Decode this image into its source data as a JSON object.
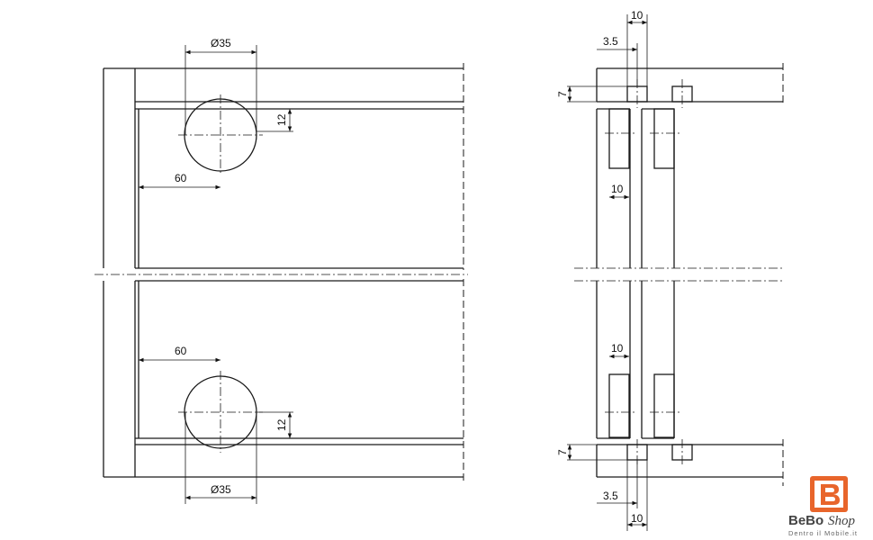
{
  "front_view": {
    "top": {
      "hole_diameter": "Ø35",
      "hole_offset_edge": "60",
      "hole_offset_top": "12"
    },
    "bottom": {
      "hole_diameter": "Ø35",
      "hole_offset_edge": "60",
      "hole_offset_bottom": "12"
    }
  },
  "side_view": {
    "top": {
      "width": "10",
      "offset": "3.5",
      "height": "7",
      "inner": "10"
    },
    "bottom": {
      "width": "10",
      "offset": "3.5",
      "height": "7",
      "inner": "10"
    }
  },
  "logo": {
    "brand_a": "BeBo",
    "brand_b": "Shop",
    "tagline": "Dentro il Mobile.it",
    "accent": "#e8652b"
  }
}
